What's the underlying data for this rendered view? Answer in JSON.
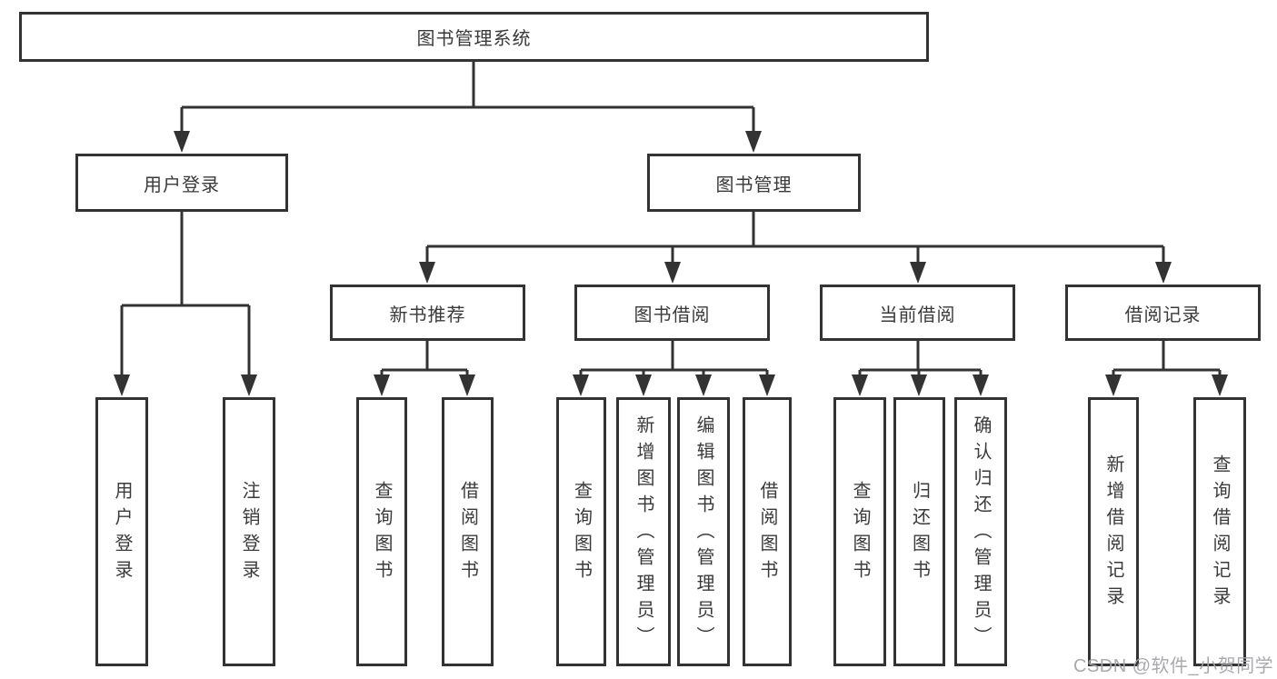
{
  "tree": {
    "root": {
      "label": "图书管理系统",
      "children": [
        {
          "label": "用户登录",
          "children": [
            {
              "label": "用户登录"
            },
            {
              "label": "注销登录"
            }
          ]
        },
        {
          "label": "图书管理",
          "children": [
            {
              "label": "新书推荐",
              "children": [
                {
                  "label": "查询图书"
                },
                {
                  "label": "借阅图书"
                }
              ]
            },
            {
              "label": "图书借阅",
              "children": [
                {
                  "label": "查询图书"
                },
                {
                  "label": "新增图书（管理员）"
                },
                {
                  "label": "编辑图书（管理员）"
                },
                {
                  "label": "借阅图书"
                }
              ]
            },
            {
              "label": "当前借阅",
              "children": [
                {
                  "label": "查询图书"
                },
                {
                  "label": "归还图书"
                },
                {
                  "label": "确认归还（管理员）"
                }
              ]
            },
            {
              "label": "借阅记录",
              "children": [
                {
                  "label": "新增借阅记录"
                },
                {
                  "label": "查询借阅记录"
                }
              ]
            }
          ]
        }
      ]
    }
  },
  "colors": {
    "line": "#333333",
    "box_background": "#ffffff",
    "watermark": "#a5a5aa"
  },
  "watermark": {
    "text": "CSDN @软件_小贺同学"
  }
}
